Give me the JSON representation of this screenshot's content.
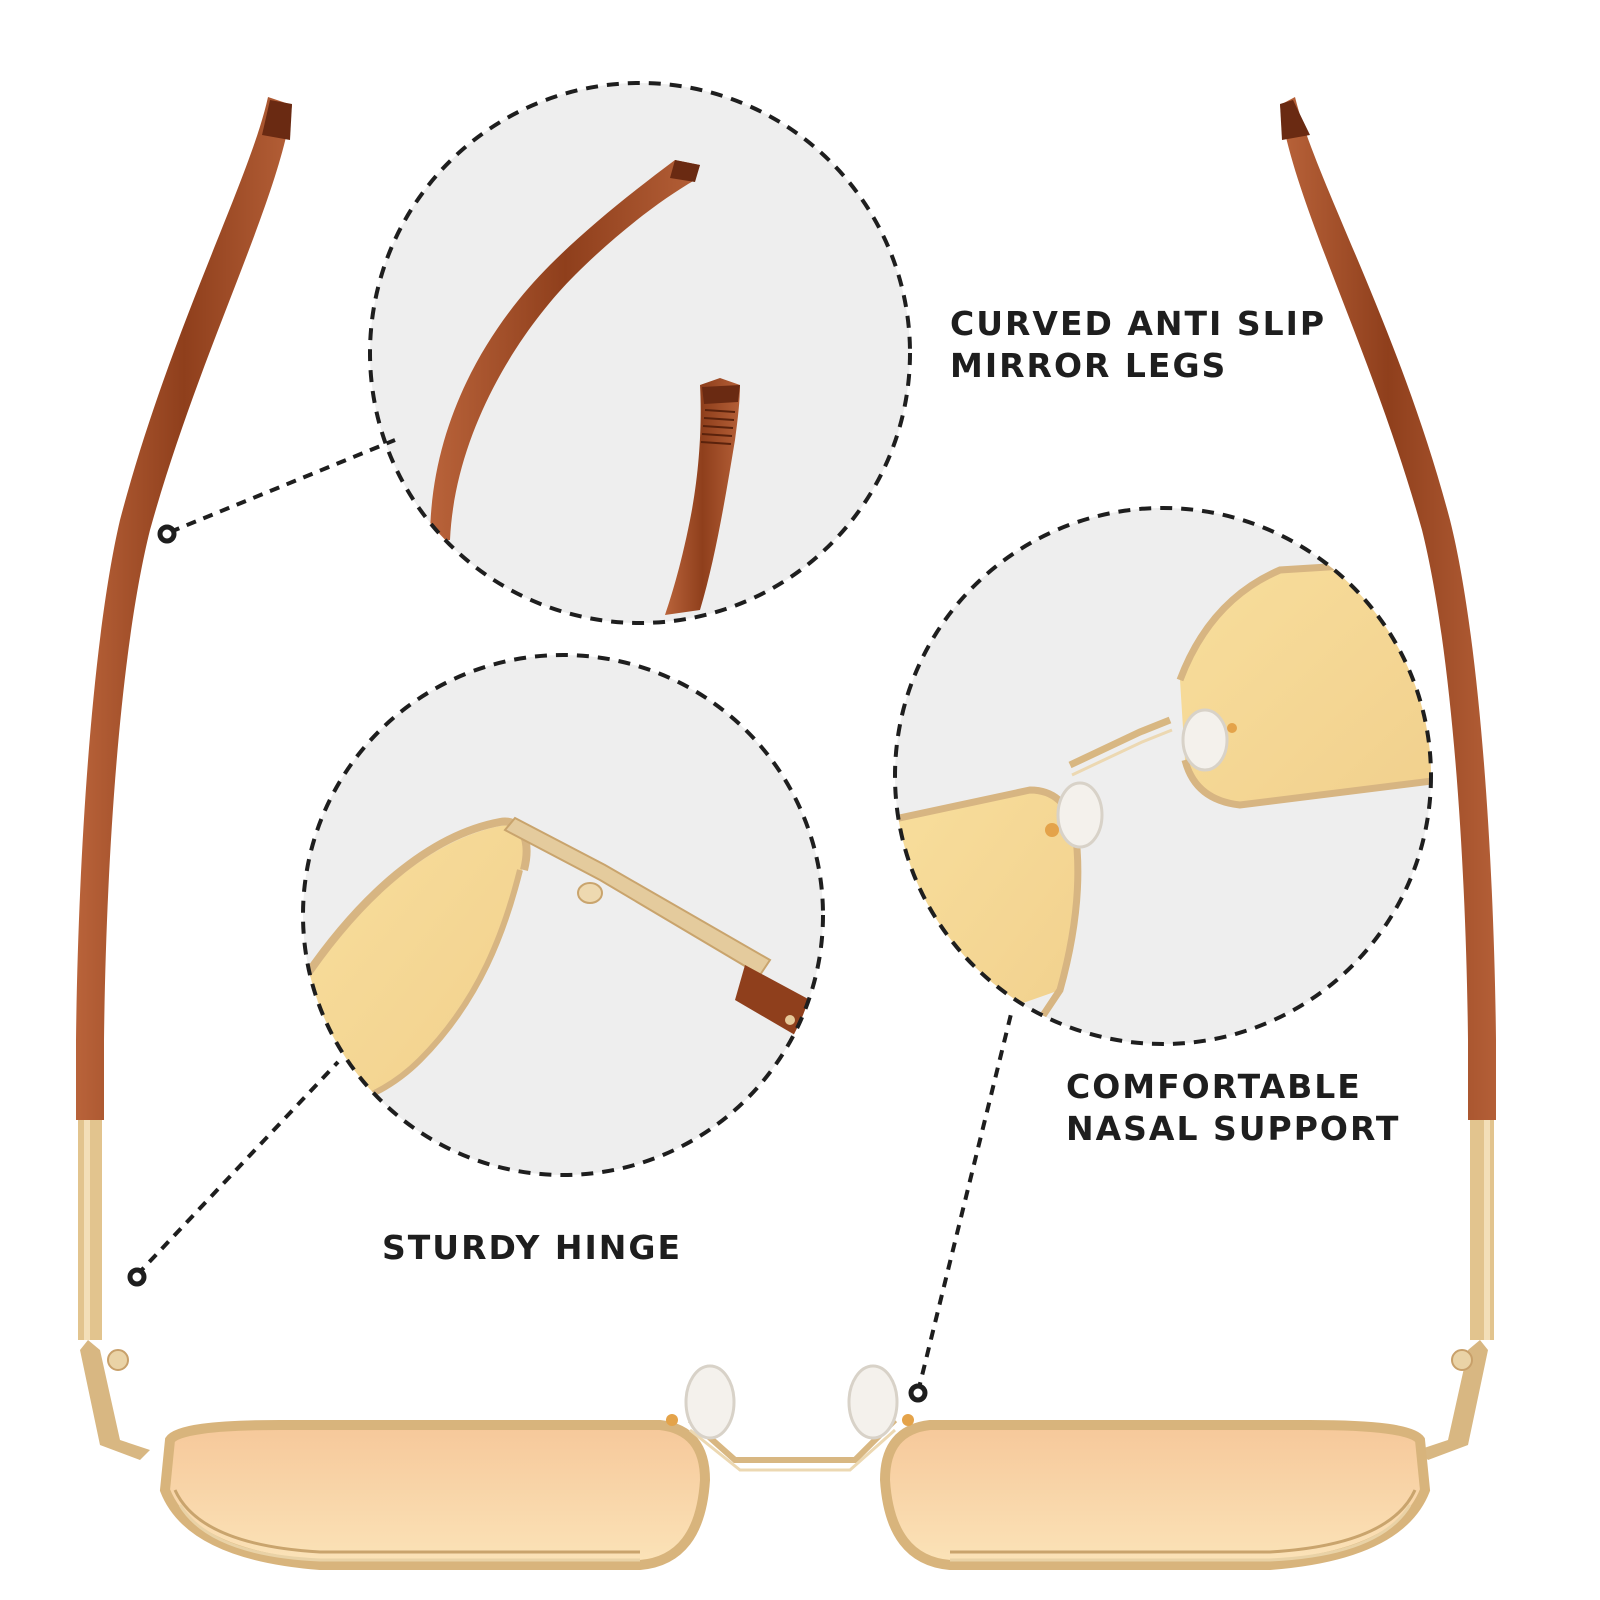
{
  "callouts": {
    "legs": {
      "line1": "CURVED ANTI SLIP",
      "line2": "MIRROR LEGS"
    },
    "hinge": {
      "line1": "STURDY HINGE"
    },
    "nasal": {
      "line1": "COMFORTABLE",
      "line2": "NASAL SUPPORT"
    }
  },
  "colors": {
    "background": "#ffffff",
    "zoom_circle_fill": "#eeeeee",
    "temple_brown": "#9b4a25",
    "frame_gold": "#d9b883",
    "lens_amber": "#f5d79a",
    "text": "#1e1e1e"
  }
}
